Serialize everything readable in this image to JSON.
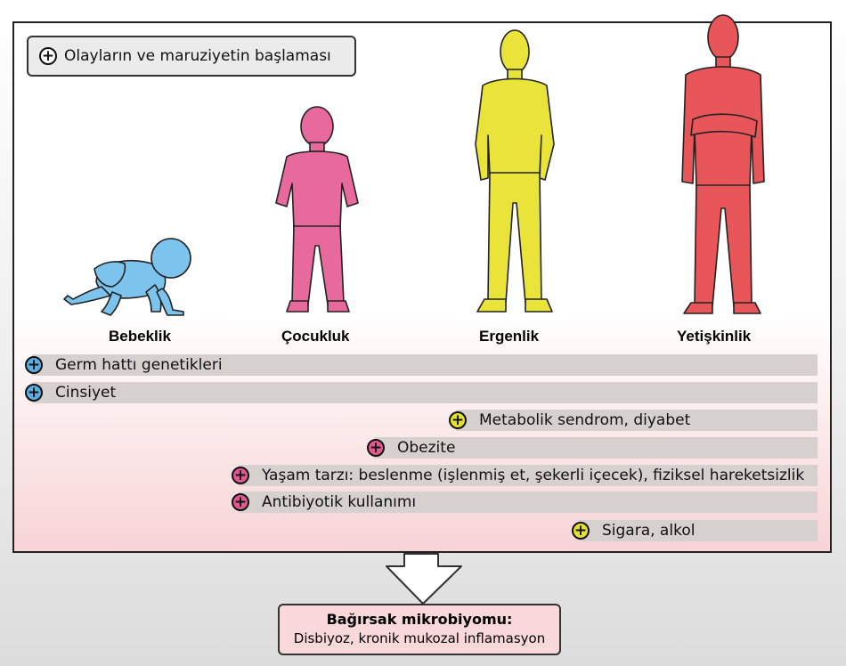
{
  "legend": {
    "label": "Olayların ve maruziyetin başlaması",
    "symbol": "+"
  },
  "stages": {
    "infant": "Bebeklik",
    "child": "Çocukluk",
    "adolescent": "Ergenlik",
    "adult": "Yetişkinlik"
  },
  "factors": [
    {
      "label": "Germ hattı genetikleri",
      "stage": "infant",
      "color": "#5aaee3"
    },
    {
      "label": "Cinsiyet",
      "stage": "infant",
      "color": "#5aaee3"
    },
    {
      "label": "Metabolik sendrom, diyabet",
      "stage": "adolescent",
      "color": "#e6e22a"
    },
    {
      "label": "Obezite",
      "stage": "child",
      "color": "#e0588e"
    },
    {
      "label": "Yaşam tarzı: beslenme (işlenmiş et, şekerli içecek), fiziksel hareketsizlik",
      "stage": "child",
      "color": "#e0588e"
    },
    {
      "label": "Antibiyotik kullanımı",
      "stage": "child",
      "color": "#e0588e"
    },
    {
      "label": "Sigara, alkol",
      "stage": "adolescent",
      "color": "#e6e22a"
    }
  ],
  "outcome": {
    "title": "Bağırsak mikrobiyomu:",
    "subtitle": "Disbiyoz, kronik mukozal inflamasyon"
  },
  "colors": {
    "infant": "#7cc3ee",
    "child": "#e8699b",
    "adolescent": "#e9e33a",
    "adult": "#e9565a"
  }
}
